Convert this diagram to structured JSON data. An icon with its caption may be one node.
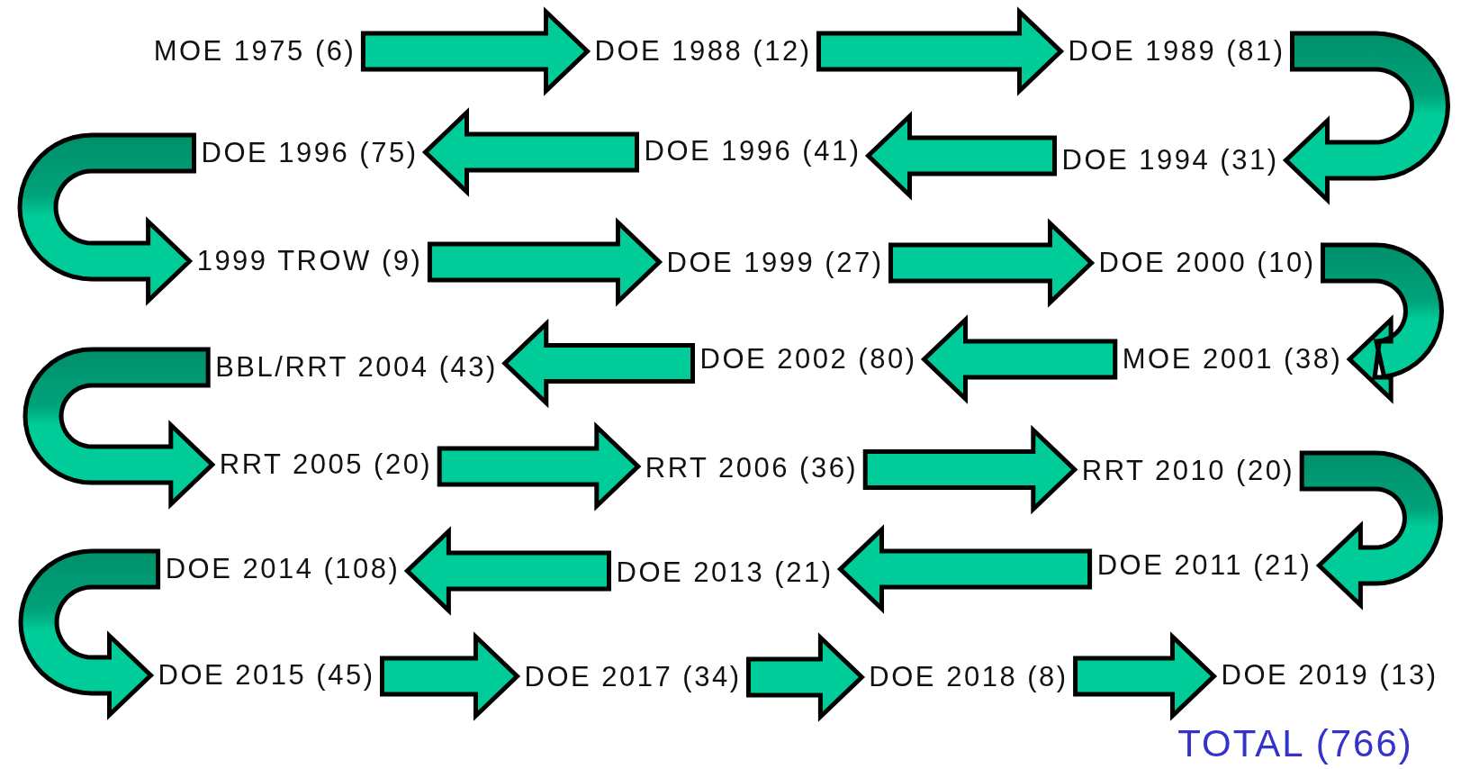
{
  "diagram": {
    "nodes": [
      {
        "text": [
          "MOE 1975  (6)"
        ]
      },
      {
        "text": [
          "DOE 1988 (12)"
        ]
      },
      {
        "text": [
          "DOE 1989 (81)"
        ]
      },
      {
        "text": [
          "DOE 1994 (31)"
        ]
      },
      {
        "text": [
          "DOE 1996 (41)"
        ]
      },
      {
        "text": [
          "DOE 1996 (75)"
        ]
      },
      {
        "text": [
          "1999 TROW  (9)"
        ]
      },
      {
        "text": [
          "DOE 1999 (27)"
        ]
      },
      {
        "text": [
          "DOE 2000 (10)"
        ]
      },
      {
        "text": [
          "MOE 2001  (38)"
        ]
      },
      {
        "text": [
          "DOE 2002 (80)"
        ]
      },
      {
        "text": [
          "BBL/RRT 2004  (43)"
        ]
      },
      {
        "text": [
          "RRT 2005 (20)"
        ]
      },
      {
        "text": [
          "RRT 2006 (36)"
        ]
      },
      {
        "text": [
          "RRT 2010 (20)"
        ]
      },
      {
        "text": [
          "DOE 2011 (21)"
        ]
      },
      {
        "text": [
          "DOE 2013 (21)"
        ]
      },
      {
        "text": [
          "DOE 2014 (108)"
        ]
      },
      {
        "text": [
          "DOE 2015 (45)"
        ]
      },
      {
        "text": [
          "DOE 2017 (34)"
        ]
      },
      {
        "text": [
          "DOE 2018 (8)"
        ]
      },
      {
        "text": [
          "DOE 2019 (13)"
        ]
      }
    ],
    "edges": [
      {
        "from": 0,
        "to": 1,
        "arrow": "to"
      },
      {
        "from": 1,
        "to": 2,
        "arrow": "to"
      },
      {
        "from": 2,
        "to": 3,
        "arrow": "to"
      },
      {
        "from": 3,
        "to": 4,
        "arrow": "to"
      },
      {
        "from": 4,
        "to": 5,
        "arrow": "to"
      },
      {
        "from": 5,
        "to": 6,
        "arrow": "to"
      },
      {
        "from": 6,
        "to": 7,
        "arrow": "to"
      },
      {
        "from": 7,
        "to": 8,
        "arrow": "to"
      },
      {
        "from": 8,
        "to": 9,
        "arrow": "to"
      },
      {
        "from": 9,
        "to": 10,
        "arrow": "to"
      },
      {
        "from": 10,
        "to": 11,
        "arrow": "to"
      },
      {
        "from": 11,
        "to": 12,
        "arrow": "to"
      },
      {
        "from": 12,
        "to": 13,
        "arrow": "to"
      },
      {
        "from": 13,
        "to": 14,
        "arrow": "to"
      },
      {
        "from": 14,
        "to": 15,
        "arrow": "to"
      },
      {
        "from": 15,
        "to": 16,
        "arrow": "to"
      },
      {
        "from": 16,
        "to": 17,
        "arrow": "to"
      },
      {
        "from": 17,
        "to": 18,
        "arrow": "to"
      },
      {
        "from": 18,
        "to": 19,
        "arrow": "to"
      },
      {
        "from": 19,
        "to": 20,
        "arrow": "to"
      },
      {
        "from": 20,
        "to": 21,
        "arrow": "to"
      }
    ],
    "labels": [
      "TOTAL (766)"
    ]
  }
}
